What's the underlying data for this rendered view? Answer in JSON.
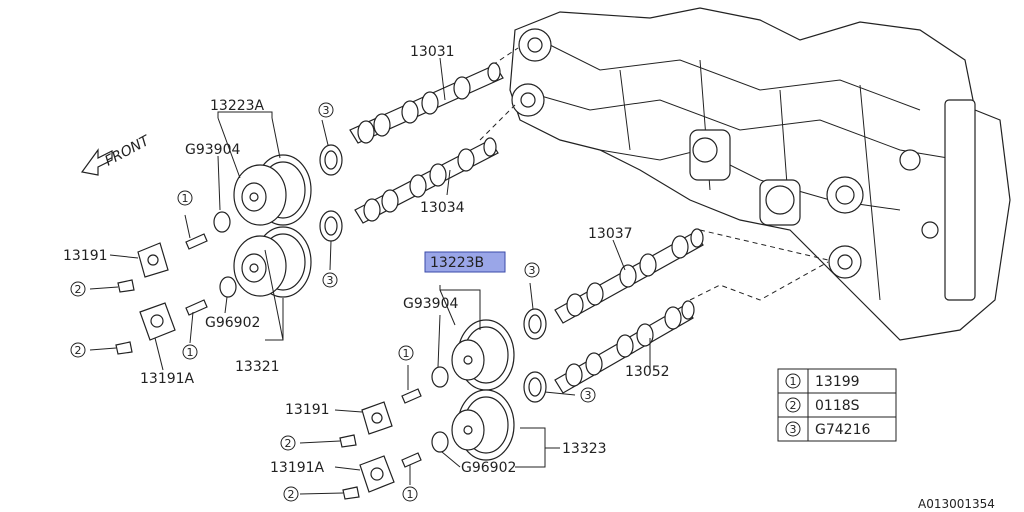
{
  "labels": {
    "front": "FRONT",
    "p13031": "13031",
    "p13034": "13034",
    "p13037": "13037",
    "p13052": "13052",
    "p13223A": "13223A",
    "p13223B": "13223B",
    "g93904_a": "G93904",
    "g93904_b": "G93904",
    "g96902_a": "G96902",
    "g96902_b": "G96902",
    "p13191_a": "13191",
    "p13191_b": "13191",
    "p13191A_a": "13191A",
    "p13191A_b": "13191A",
    "p13321": "13321",
    "p13323": "13323",
    "diagram_id": "A013001354"
  },
  "callouts": {
    "one": "1",
    "two": "2",
    "three": "3"
  },
  "legend": [
    {
      "num": "1",
      "part": "13199"
    },
    {
      "num": "2",
      "part": "0118S"
    },
    {
      "num": "3",
      "part": "G74216"
    }
  ],
  "colors": {
    "highlight_fill": "#9aa6e8",
    "highlight_stroke": "#3a4aa8",
    "ink": "#222222"
  }
}
